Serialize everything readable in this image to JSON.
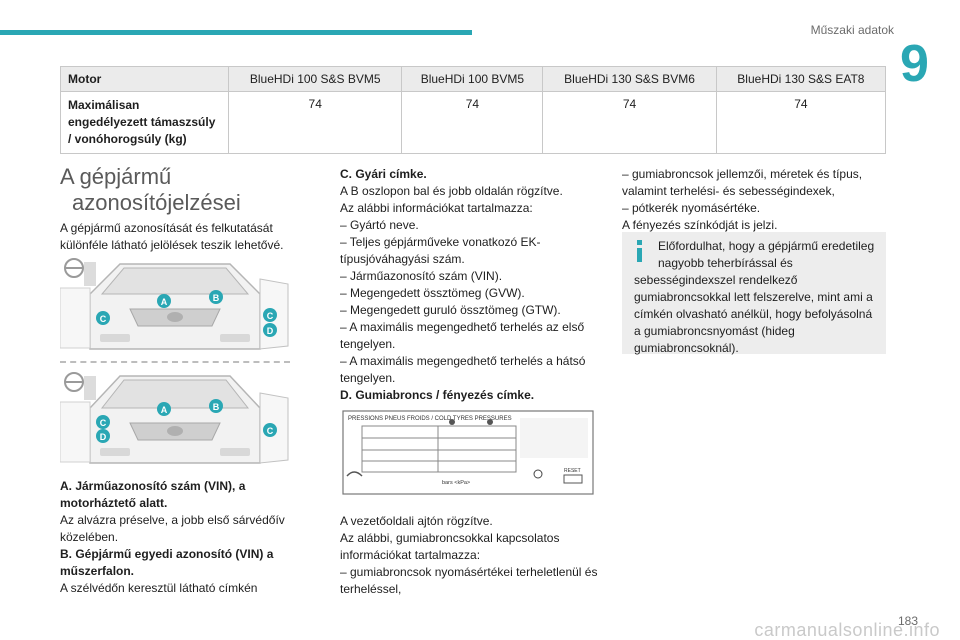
{
  "header": {
    "section_title": "Műszaki adatok",
    "chapter_number": "9",
    "accent_color": "#2aa7b4"
  },
  "spec_table": {
    "header_label": "Motor",
    "columns": [
      "BlueHDi 100 S&S BVM5",
      "BlueHDi 100 BVM5",
      "BlueHDi 130 S&S BVM6",
      "BlueHDi 130 S&S EAT8"
    ],
    "row_label_lines": [
      "Maximálisan",
      "engedélyezett támaszsúly",
      "/ vonóhorogsúly (kg)"
    ],
    "values": [
      "74",
      "74",
      "74",
      "74"
    ]
  },
  "heading": {
    "line1": "A gépjármű",
    "line2": "azonosítójelzései"
  },
  "intro": "A gépjármű azonosítását és felkutatását különféle látható jelölések teszik lehetővé.",
  "car_markers": [
    "A",
    "B",
    "C",
    "D"
  ],
  "col1": {
    "a_title": "A. Járműazonosító szám (VIN), a motorháztető alatt.",
    "a_text": "Az alvázra préselve, a jobb első sárvédőív közelében.",
    "b_title": "B. Gépjármű egyedi azonosító (VIN) a műszerfalon.",
    "b_text": "A szélvédőn keresztül látható címkén"
  },
  "col2": {
    "c_title": "C. Gyári címke.",
    "c_lines": [
      "A B oszlopon bal és jobb oldalán rögzítve.",
      "Az alábbi információkat tartalmazza:",
      "– Gyártó neve.",
      "– Teljes gépjárműveke vonatkozó EK-típusjóváhagyási szám.",
      "– Járműazonosító szám (VIN).",
      "– Megengedett össztömeg (GVW).",
      "– Megengedett guruló össztömeg (GTW).",
      "– A maximális megengedhető terhelés az első tengelyen.",
      "– A maximális megengedhető terhelés a hátsó tengelyen."
    ],
    "d_title": "D. Gumiabroncs / fényezés címke.",
    "tyre_label": {
      "title": "PRESSIONS PNEUS FROIDS / COLD TYRES PRESSURES",
      "units": "bars   <kPa>",
      "reset": "RESET"
    },
    "d_lines": [
      "A vezetőoldali ajtón rögzítve.",
      "Az alábbi, gumiabroncsokkal kapcsolatos információkat tartalmazza:",
      "– gumiabroncsok nyomásértékei terheletlenül és terheléssel,"
    ]
  },
  "col3": {
    "lines": [
      "– gumiabroncsok jellemzői, méretek és típus, valamint terhelési- és sebességindexek,",
      "– pótkerék nyomásértéke.",
      "A fényezés színkódját is jelzi."
    ],
    "info_text": "Előfordulhat, hogy a gépjármű eredetileg nagyobb teherbírással és sebességindexszel rendelkező gumiabroncsokkal lett felszerelve, mint ami a címkén olvasható anélkül, hogy befolyásolná a gumiabroncsnyomást (hideg gumiabroncsoknál)."
  },
  "footer": {
    "page_number": "183",
    "watermark": "carmanualsonline.info"
  }
}
